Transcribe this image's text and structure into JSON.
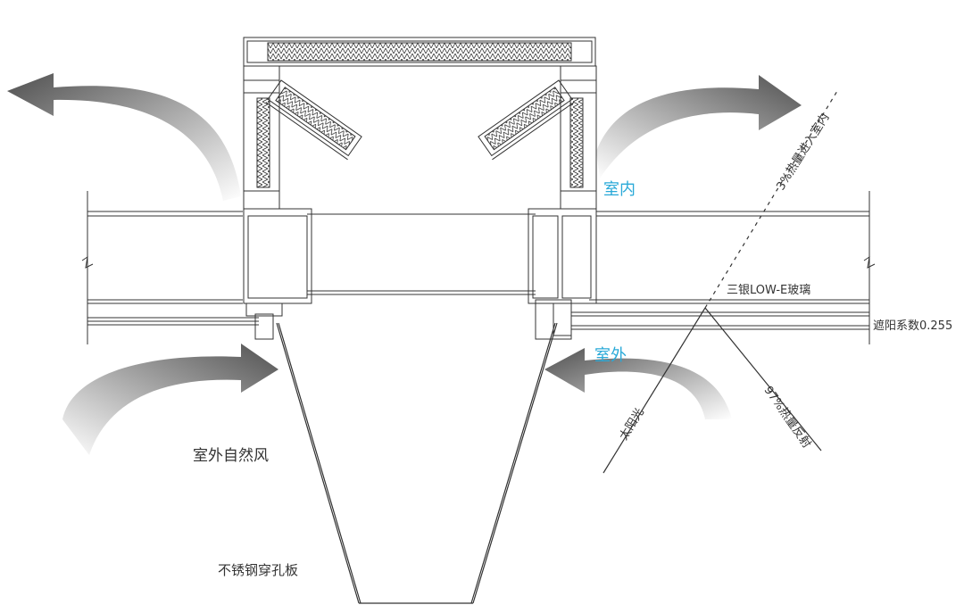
{
  "labels": {
    "indoor": "室内",
    "outdoor": "室外",
    "low_e_glass": "三银LOW-E玻璃",
    "shading_coefficient": "遮阳系数0.255",
    "heat_in": "3%热量进入室内",
    "heat_reflect": "97%热量反射",
    "sunlight": "太阳光",
    "outdoor_wind": "室外自然风",
    "perforated_plate": "不锈钢穿孔板"
  },
  "colors": {
    "line": "#333333",
    "accent_cyan": "#29a9d8",
    "arrow_dark": "#555555",
    "arrow_light": "#ffffff"
  },
  "icons": [
    "wind-arrow-icon"
  ]
}
